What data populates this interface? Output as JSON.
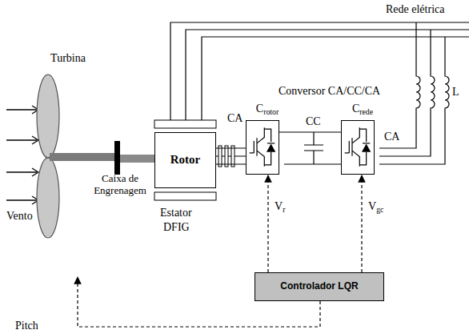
{
  "diagram": {
    "nodes": [
      {
        "text": [
          "Turbina"
        ]
      },
      {
        "text": [
          "Rotor"
        ]
      },
      {
        "text": [
          "Crotor"
        ]
      },
      {
        "text": [
          "Crede"
        ]
      },
      {
        "text": [
          "Controlador LQR"
        ]
      }
    ],
    "edges": [
      {
        "from": 4,
        "to": 2,
        "arrow": "to",
        "label": "Vr"
      },
      {
        "from": 4,
        "to": 3,
        "arrow": "to",
        "label": "Vgc"
      },
      {
        "from": 4,
        "to": 0,
        "arrow": "to",
        "label": "Pitch"
      },
      {
        "from": 1,
        "to": 2,
        "arrow": "none",
        "label": "CA"
      },
      {
        "from": 2,
        "to": 3,
        "arrow": "none",
        "label": "CC"
      }
    ],
    "labels": [
      "Rede elétrica",
      "Vento",
      "Caixa de Engrenagem",
      "Estator",
      "DFIG",
      "Conversor CA/CC/CA",
      "CA",
      "L"
    ]
  }
}
